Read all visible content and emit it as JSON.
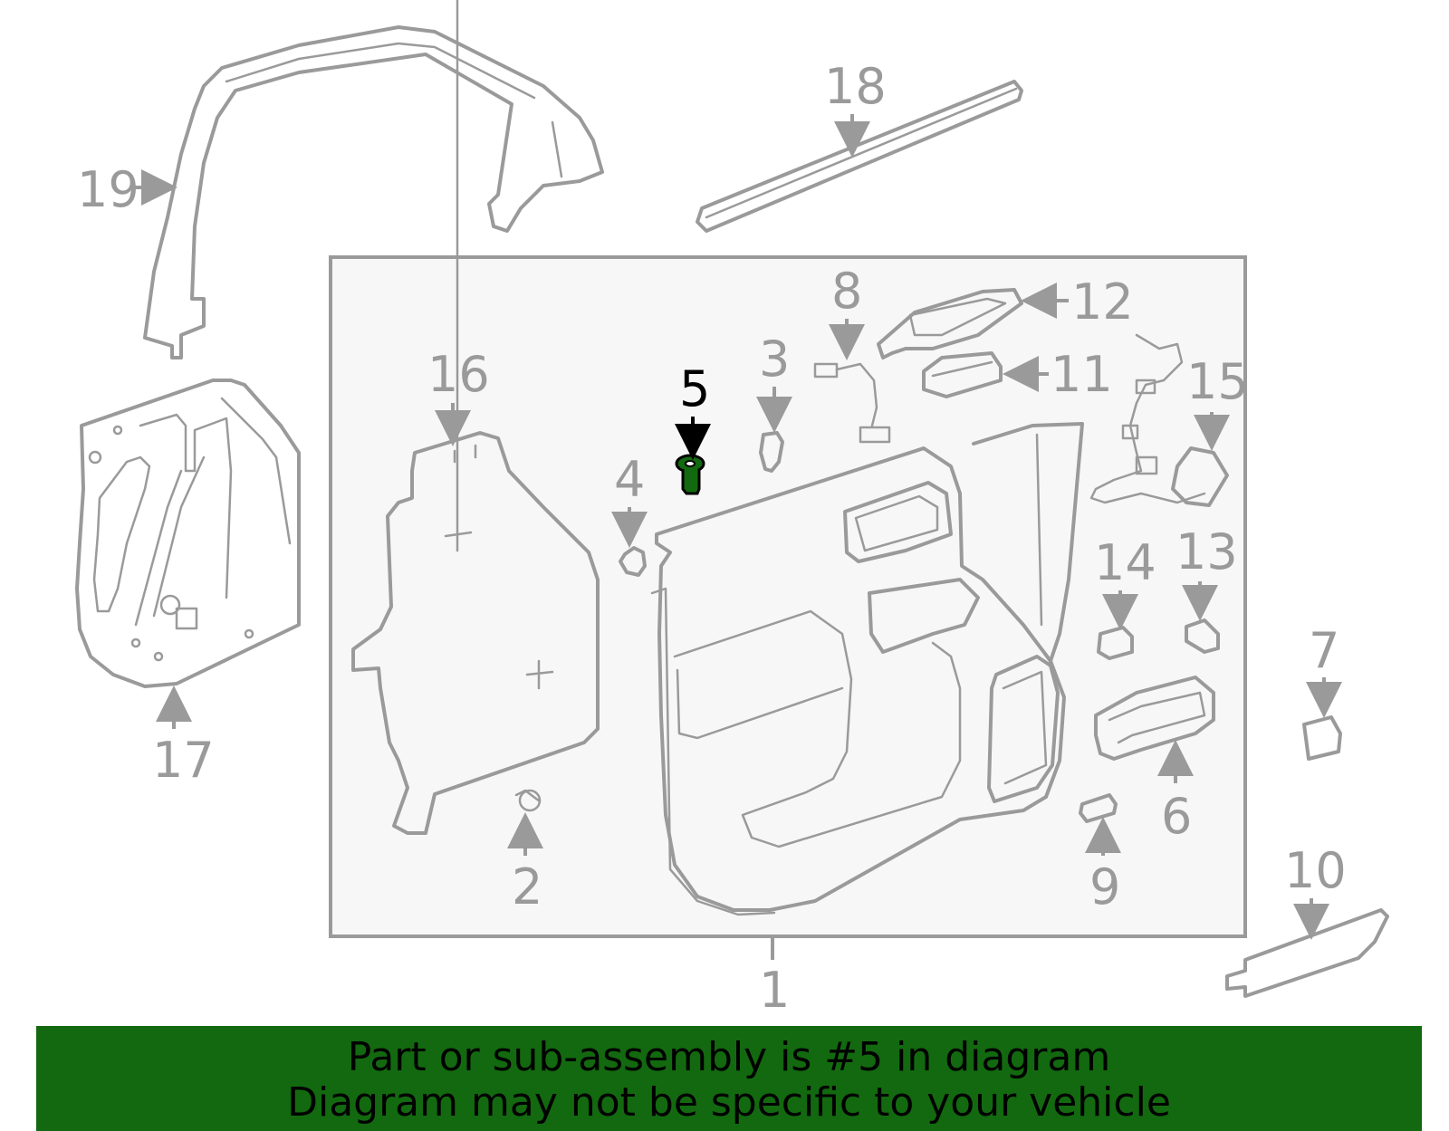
{
  "diagram": {
    "highlighted_part": "5",
    "highlight_color": "#13690f",
    "line_color": "#9a9a9a",
    "callouts": [
      "1",
      "2",
      "3",
      "4",
      "5",
      "6",
      "7",
      "8",
      "9",
      "10",
      "11",
      "12",
      "13",
      "14",
      "15",
      "16",
      "17",
      "18",
      "19"
    ]
  },
  "banner": {
    "line1": "Part or sub-assembly is #5 in diagram",
    "line2": "Diagram may not be specific to your vehicle",
    "background": "#13690f"
  }
}
